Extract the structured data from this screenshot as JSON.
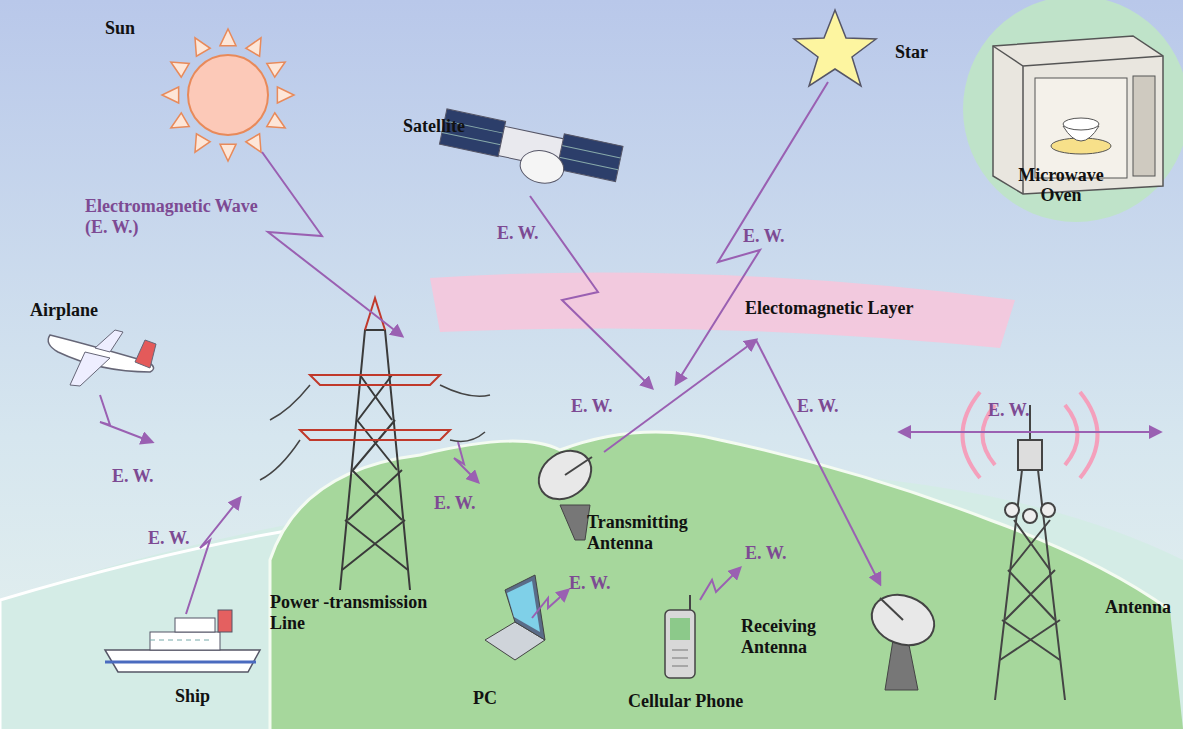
{
  "diagram": {
    "nodes": [
      {
        "text": [
          "Microwave Oven"
        ]
      }
    ],
    "labels": [
      "Sun",
      "Electromagnetic Wave (E. W.)",
      "Satellite",
      "Star",
      "E. W.",
      "E. W.",
      "Electomagnetic Layer",
      "Airplane",
      "E. W.",
      "E. W.",
      "E. W.",
      "E. W.",
      "E. W.",
      "E. W.",
      "Transmitting Antenna",
      "E. W.",
      "E. W.",
      "Power -transmission Line",
      "Antenna",
      "Receiving Antenna",
      "Ship",
      "PC",
      "Cellular Phone"
    ]
  }
}
